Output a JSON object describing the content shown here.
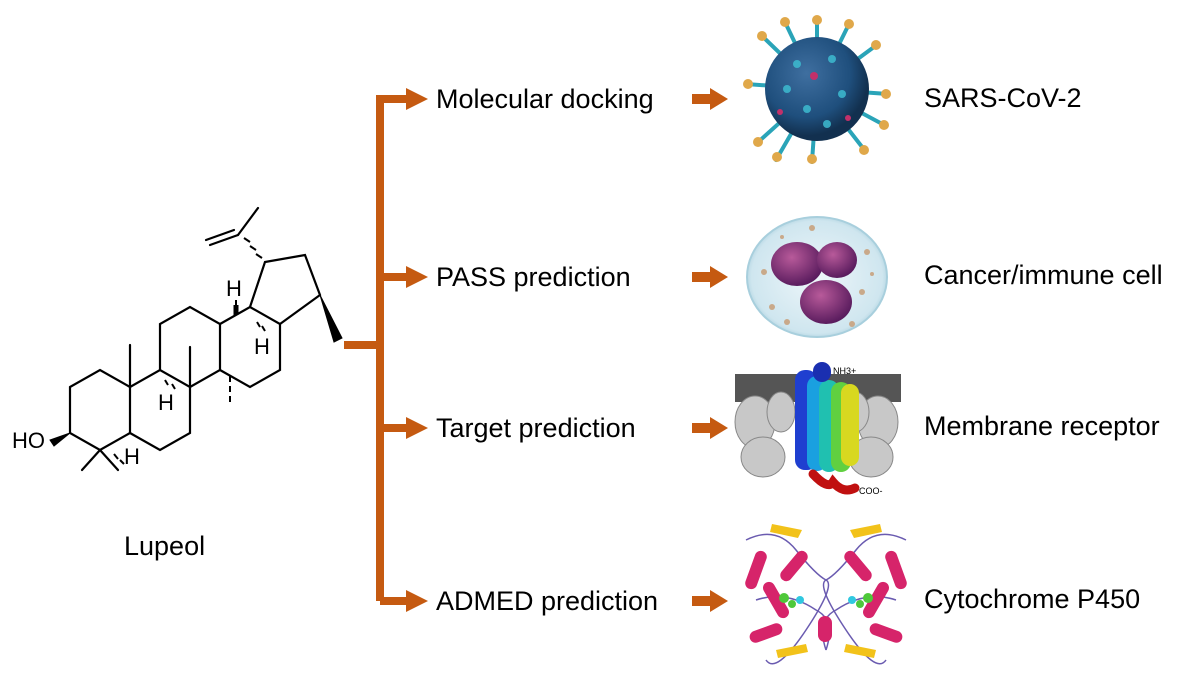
{
  "molecule": {
    "name": "Lupeol",
    "atoms": {
      "hydroxyl": "HO",
      "hydrogen": "H"
    }
  },
  "branches": [
    {
      "method": "Molecular docking",
      "target": "SARS-CoV-2",
      "image_icon": "coronavirus-icon"
    },
    {
      "method": "PASS prediction",
      "target": "Cancer/immune cell",
      "image_icon": "immune-cell-icon"
    },
    {
      "method": "Target prediction",
      "target": "Membrane receptor",
      "image_icon": "membrane-receptor-icon"
    },
    {
      "method": "ADMED prediction",
      "target": "Cytochrome P450",
      "image_icon": "cytochrome-p450-icon"
    }
  ],
  "receptor_labels": {
    "n_term": "NH3+",
    "c_term": "COO-"
  },
  "colors": {
    "arrow": "#C55A11",
    "text": "#000000"
  }
}
